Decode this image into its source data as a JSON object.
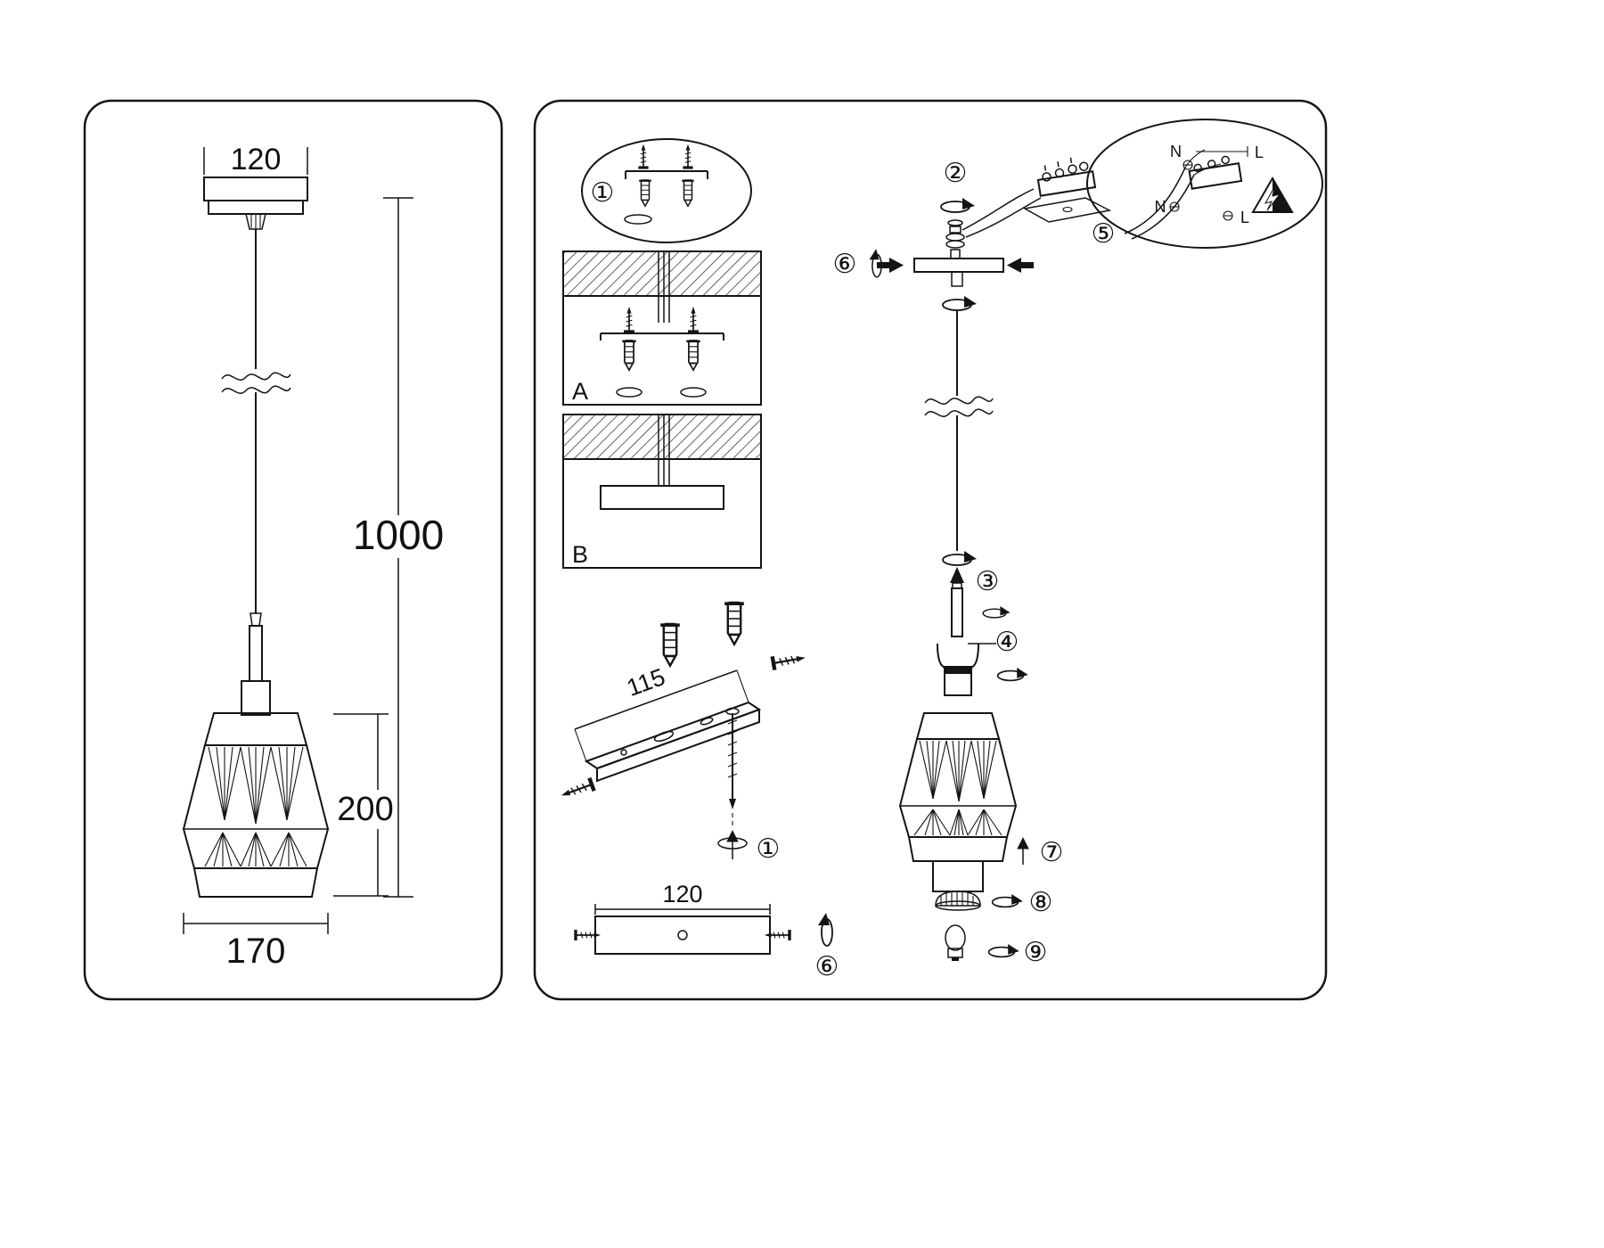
{
  "page": {
    "background": "#ffffff",
    "line_color": "#141414"
  },
  "left_panel": {
    "canopy_width": "120",
    "cable_length": "1000",
    "shade_height": "200",
    "shade_width": "170"
  },
  "right_panel": {
    "section_a": "A",
    "section_b": "B",
    "bracket_length": "115",
    "plate_width": "120",
    "steps": {
      "s1": "①",
      "s2": "②",
      "s3": "③",
      "s4": "④",
      "s5": "⑤",
      "s6": "⑥",
      "s7": "⑦",
      "s8": "⑧",
      "s9": "⑨"
    },
    "wiring": {
      "neutral_top": "N",
      "line_top": "L",
      "neutral_bottom": "N",
      "line_bottom": "L"
    }
  }
}
